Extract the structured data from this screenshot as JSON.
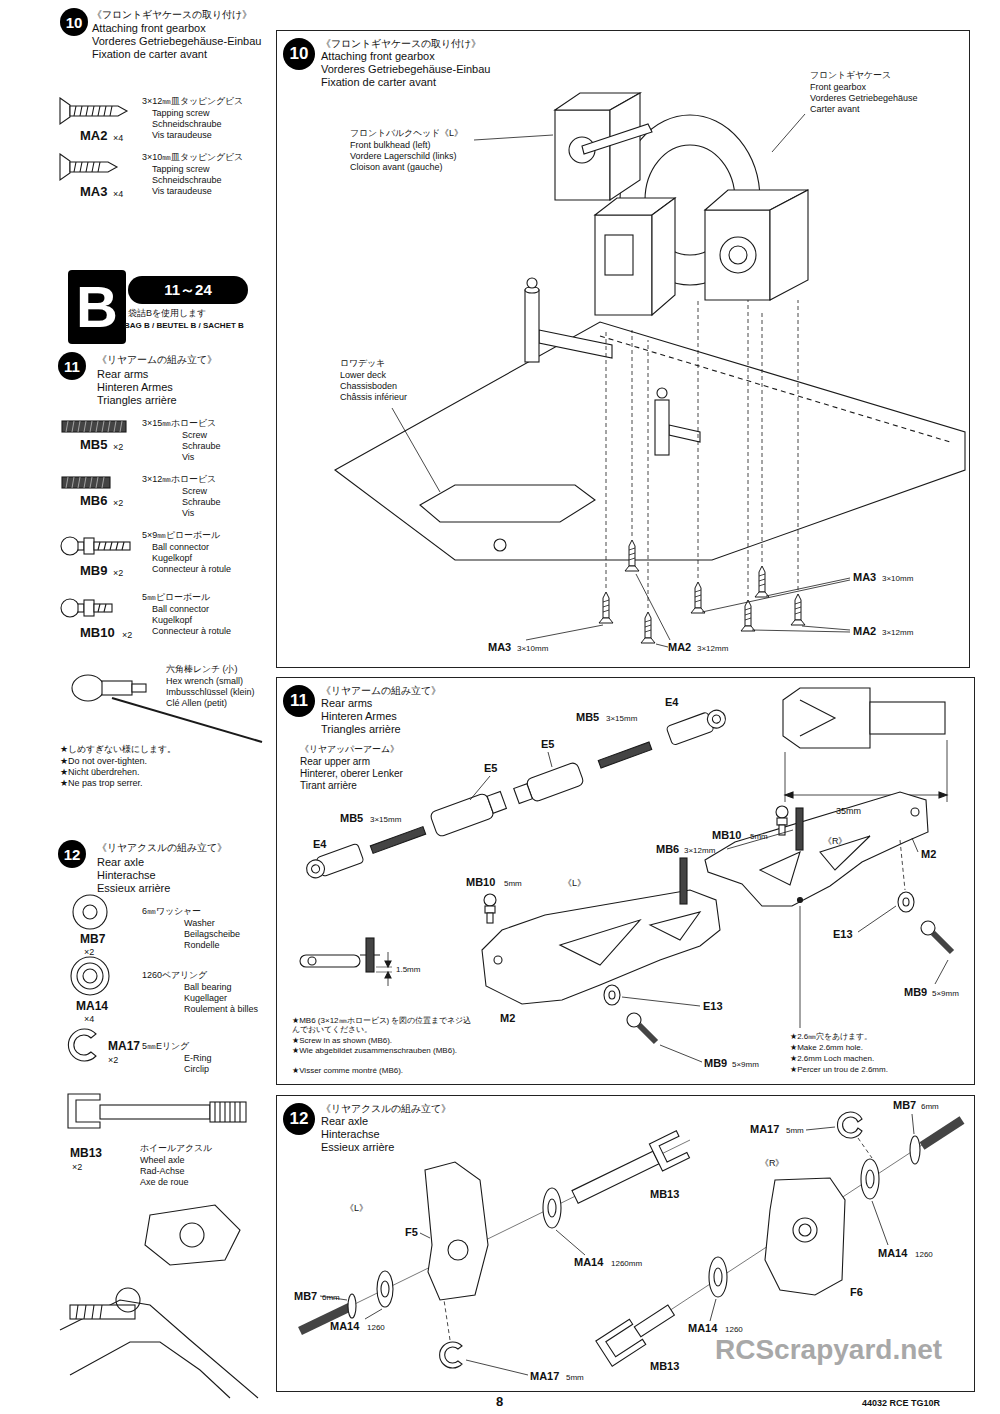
{
  "diagram": {
    "nodes": [
      {
        "text": [
          "10"
        ]
      },
      {
        "text": [
          "B"
        ]
      },
      {
        "text": [
          "11～24"
        ]
      },
      {
        "text": [
          "11"
        ]
      },
      {
        "text": [
          "12"
        ]
      },
      {
        "text": [
          "《フロントギヤケースの取り付け》",
          "Attaching front gearbox",
          "Vorderes Getriebegehäuse-Einbau",
          "Fixation de carter avant"
        ]
      },
      {
        "text": [
          "10"
        ],
        "in": 5
      },
      {
        "text": [
          "《リヤアームの組み立て》",
          "Rear arms",
          "Hinteren Armes",
          "Triangles arrière"
        ]
      },
      {
        "text": [
          "11"
        ],
        "in": 7
      },
      {
        "text": [
          "《リヤアクスルの組み立て》",
          "Rear axle",
          "Hinterachse",
          "Essieux arrière"
        ]
      },
      {
        "text": [
          "12"
        ],
        "in": 9
      }
    ],
    "labels": [
      "《フロントギヤケースの取り付け》",
      "Attaching front gearbox",
      "Vorderes Getriebegehäuse-Einbau",
      "Fixation de carter avant",
      "3×12㎜皿タッピングビス",
      "Tapping screw",
      "Schneidschraube",
      "Vis taraudeuse",
      "MA2",
      "×4",
      "3×10㎜皿タッピングビス",
      "Tapping screw",
      "Schneidschraube",
      "Vis taraudeuse",
      "MA3",
      "×4",
      "袋詰Bを使用します",
      "BAG B / BEUTEL B / SACHET B",
      "《リヤアームの組み立て》",
      "Rear arms",
      "Hinteren Armes",
      "Triangles arrière",
      "3×15㎜ホロービス",
      "Screw",
      "Schraube",
      "Vis",
      "MB5",
      "×2",
      "3×12㎜ホロービス",
      "Screw",
      "Schraube",
      "Vis",
      "MB6",
      "×2",
      "5×9㎜ピローボール",
      "Ball connector",
      "Kugelkopf",
      "Connecteur à rotule",
      "MB9",
      "×2",
      "5㎜ピローボール",
      "Ball connector",
      "Kugelkopf",
      "Connecteur à rotule",
      "MB10",
      "×2",
      "六角棒レンチ (小)",
      "Hex wrench (small)",
      "Imbusschlüssel (klein)",
      "Clé Allen (petit)",
      "★しめすぎない様にします。",
      "★Do not over-tighten.",
      "★Nicht überdrehen.",
      "★Ne pas trop serrer.",
      "《リヤアクスルの組み立て》",
      "Rear axle",
      "Hinterachse",
      "Essieux arrière",
      "6㎜ワッシャー",
      "Washer",
      "Beilagscheibe",
      "Rondelle",
      "MB7",
      "×2",
      "1260ベアリング",
      "Ball bearing",
      "Kugellager",
      "Roulement à billes",
      "MA14",
      "×4",
      "5㎜Eリング",
      "E-Ring",
      "Circlip",
      "MA17",
      "×2",
      "ホイールアクスル",
      "Wheel axle",
      "Rad-Achse",
      "Axe de roue",
      "MB13",
      "×2",
      "フロントギヤケース",
      "Front gearbox",
      "Vorderes Getriebegehäuse",
      "Carter avant",
      "フロントバルクヘッド《L》",
      "Front bulkhead (left)",
      "Vordere Lagerschild (links)",
      "Cloison avant (gauche)",
      "ロワデッキ",
      "Lower deck",
      "Chassisboden",
      "Châssis inférieur",
      "MA3",
      "3×10mm",
      "MA2",
      "3×12mm",
      "MA3",
      "3×10mm",
      "MA2",
      "3×12mm",
      "《リヤアッパーアーム》",
      "Rear upper arm",
      "Hinterer, oberer Lenker",
      "Tirant arrière",
      "E4",
      "MB5",
      "3×15mm",
      "E5",
      "E5",
      "MB5",
      "3×15mm",
      "E4",
      "35mm",
      "《R》",
      "M2",
      "MB10",
      "5mm",
      "MB6",
      "3×12mm",
      "MB10",
      "5mm",
      "《L》",
      "M2",
      "E13",
      "E13",
      "MB9",
      "5×9mm",
      "MB9",
      "5×9mm",
      "1.5mm",
      "★MB6 (3×12㎜ホロービス) を図の位置までネジ込んでおいてください。",
      "★Screw in as shown (MB6).",
      "★Wie abgebildet zusammenschrauben (MB6).",
      "★Visser comme montré (MB6).",
      "★2.6㎜穴をあけます。",
      "★Make 2.6mm hole.",
      "★2.6mm Loch machen.",
      "★Percer un trou de 2.6mm.",
      "MB7",
      "6mm",
      "MA17",
      "5mm",
      "《R》",
      "MB13",
      "《L》",
      "F5",
      "MA14",
      "1260",
      "MA14",
      "1260mm",
      "F6",
      "MB7",
      "6mm",
      "MA14",
      "1260",
      "MA14",
      "1260",
      "MB13",
      "MA17",
      "5mm",
      "8",
      "44032 RCE TG10R",
      "RCScrapyard.net"
    ]
  }
}
